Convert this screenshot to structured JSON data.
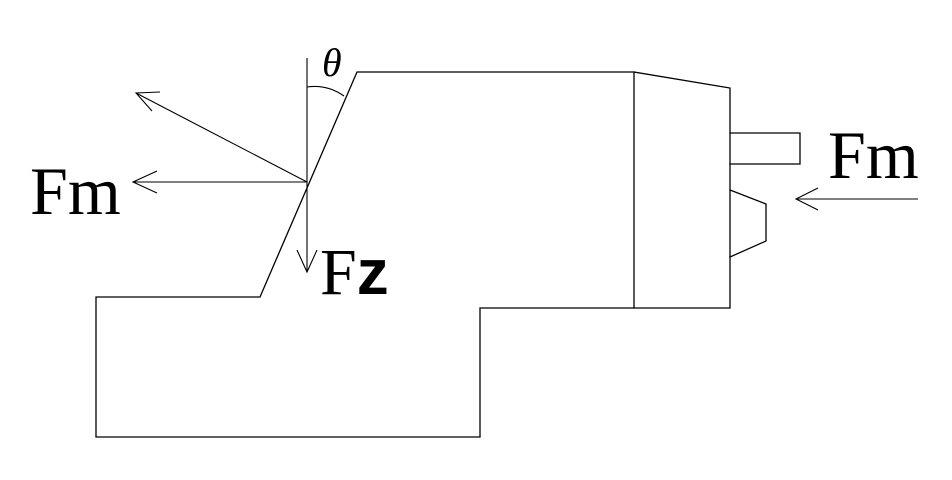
{
  "labels": {
    "force_left": "Fm",
    "force_down_F": "F",
    "force_down_z": "z",
    "force_right": "Fm",
    "angle": "θ"
  },
  "colors": {
    "stroke": "#000000",
    "background": "#ffffff"
  }
}
